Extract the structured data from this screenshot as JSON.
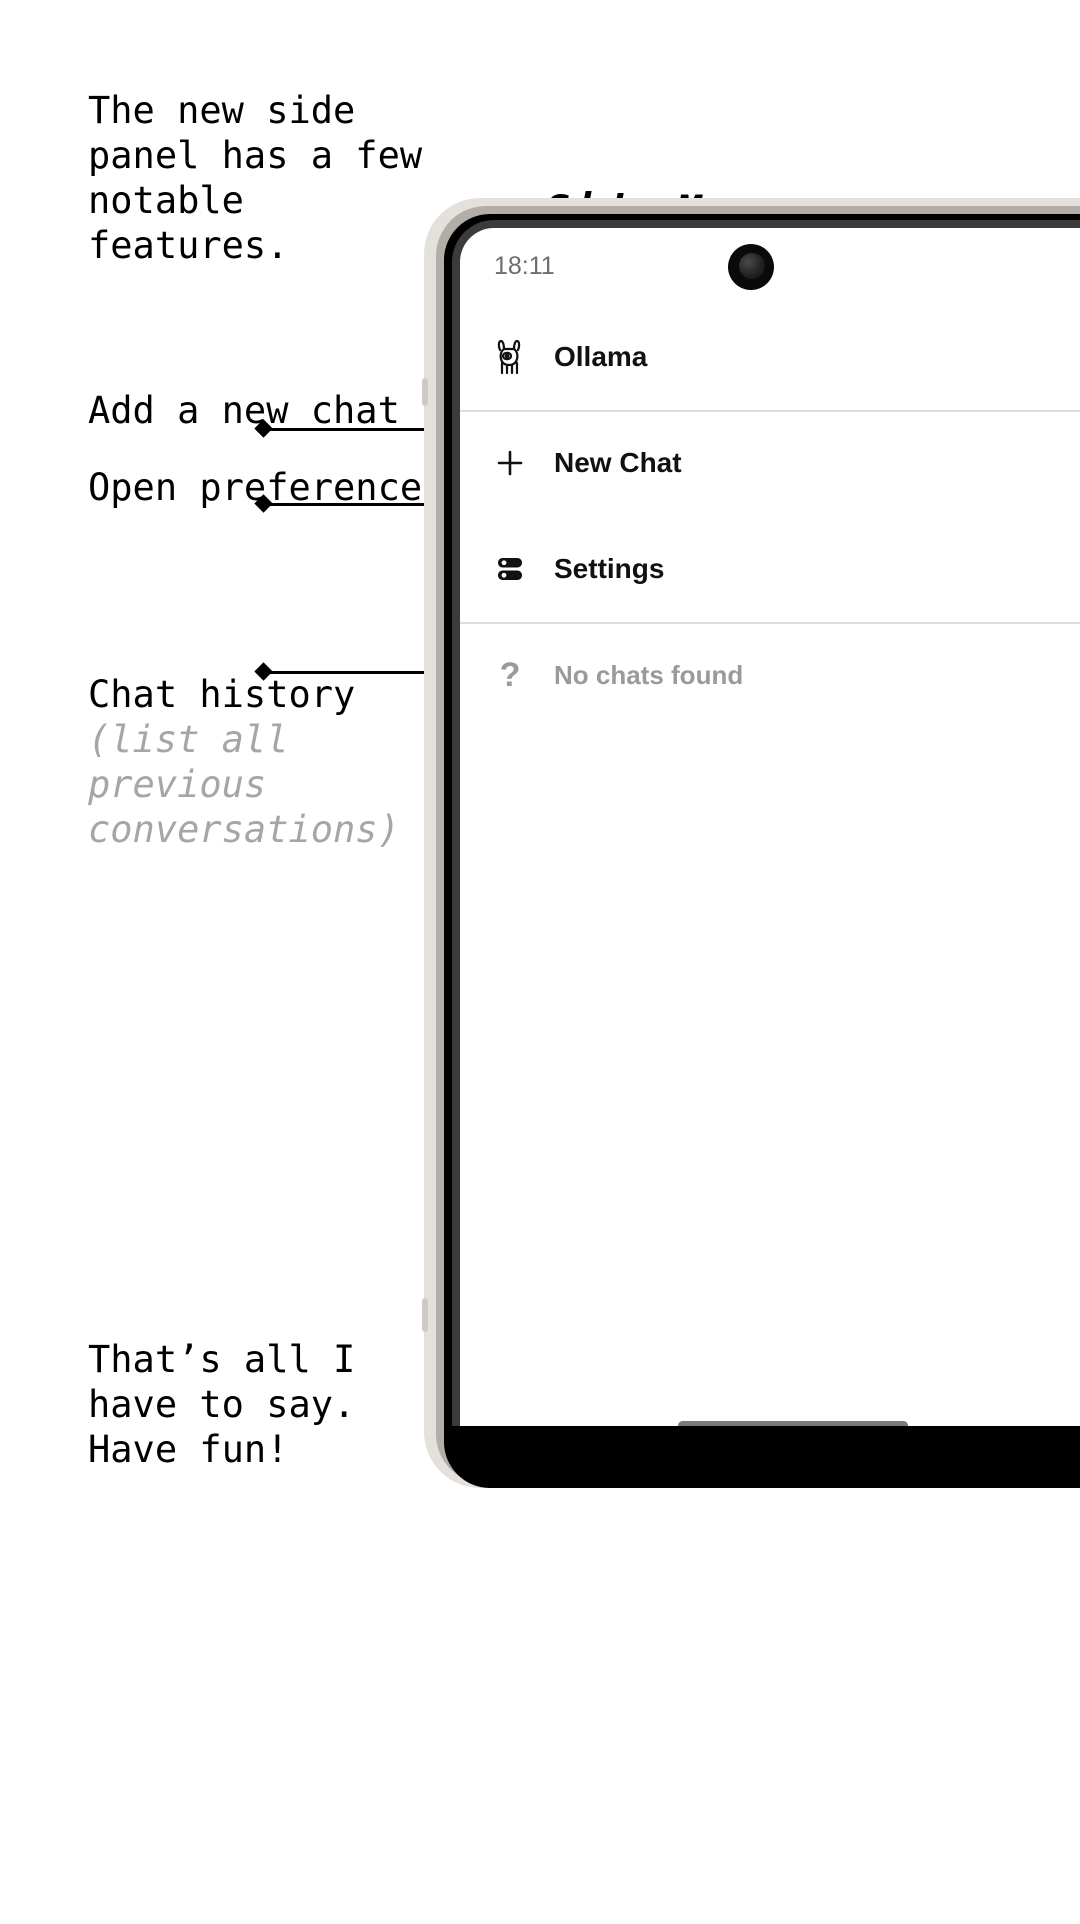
{
  "title": "Side Menu",
  "annotations": {
    "intro": "The new side\npanel has a few\nnotable\nfeatures.",
    "new_chat": "Add a new chat",
    "settings": "Open preferences",
    "history": "Chat history",
    "history_note": "(list all\nprevious\nconversations)",
    "outro": "That’s all I\nhave to say.\nHave fun!"
  },
  "phone": {
    "status": {
      "time": "18:11",
      "camera_icon": "front-camera-punch-hole"
    },
    "app": {
      "brand_label": "Ollama",
      "brand_icon": "llama-icon",
      "menu": [
        {
          "label": "New Chat",
          "icon": "plus-icon"
        },
        {
          "label": "Settings",
          "icon": "sliders-icon"
        }
      ],
      "empty_state": {
        "label": "No chats found",
        "icon": "question-mark-icon"
      }
    },
    "gesture_bar": "home-gesture-bar"
  },
  "colors": {
    "text": "#000000",
    "muted_text": "#a6a6a6",
    "app_text": "#111111",
    "app_muted": "#9a9a9a",
    "divider": "#dcdcdc",
    "frame_outer": "#e4e1dd",
    "frame_mid": "#b3ada7",
    "frame_dark": "#000000"
  }
}
